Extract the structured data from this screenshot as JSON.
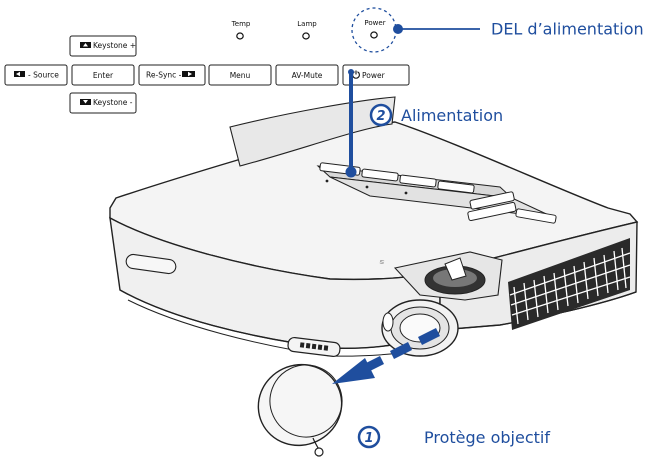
{
  "keypad": {
    "keystone_up": "Keystone +",
    "source": "Source",
    "enter": "Enter",
    "resync": "Re-Sync",
    "menu": "Menu",
    "av_mute": "AV-Mute",
    "power": "Power",
    "keystone_down": "Keystone -"
  },
  "leds": {
    "temp": "Temp",
    "lamp": "Lamp",
    "power": "Power"
  },
  "callouts": {
    "power_led": "DEL d’alimentation",
    "step2_num": "2",
    "step2_label": "Alimentation",
    "step1_num": "1",
    "step1_label": "Protège objectif"
  },
  "colors": {
    "accent": "#1f4e9e",
    "line": "#222222",
    "body_fill": "#f2f2f2"
  }
}
